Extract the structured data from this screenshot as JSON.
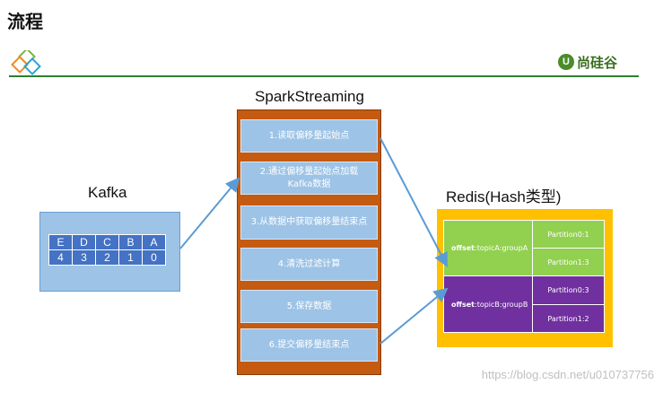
{
  "page": {
    "title": "流程"
  },
  "brand": {
    "mark": "U",
    "text": "尚硅谷"
  },
  "spark": {
    "label": "SparkStreaming",
    "steps": [
      {
        "label": "1.读取偏移量起始点"
      },
      {
        "label": "2.通过偏移量起始点加载\nKafka数据"
      },
      {
        "label": "3.从数据中获取偏移量结束点"
      },
      {
        "label": "4.清洗过滤计算"
      },
      {
        "label": "5.保存数据"
      },
      {
        "label": "6.提交偏移量结束点"
      }
    ]
  },
  "kafka": {
    "label": "Kafka",
    "letters": [
      "E",
      "D",
      "C",
      "B",
      "A"
    ],
    "offsets": [
      "4",
      "3",
      "2",
      "1",
      "0"
    ]
  },
  "redis": {
    "label": "Redis(Hash类型)",
    "groups": [
      {
        "key_bold": "offset",
        "key_rest": ":topicA:groupA",
        "partitions": [
          "Partition0:1",
          "Partition1:3"
        ]
      },
      {
        "key_bold": "offset",
        "key_rest": ":topicB:groupB",
        "partitions": [
          "Partition0:3",
          "Partition1:2"
        ]
      }
    ]
  },
  "watermark": "https://blog.csdn.net/u010737756",
  "colors": {
    "spark_bg": "#c55a11",
    "step_bg": "#9dc3e6",
    "kafka_cell": "#4472c4",
    "redis_bg": "#ffc000",
    "group_a": "#92d050",
    "group_b": "#7030a0",
    "arrow": "#5b9bd5"
  }
}
